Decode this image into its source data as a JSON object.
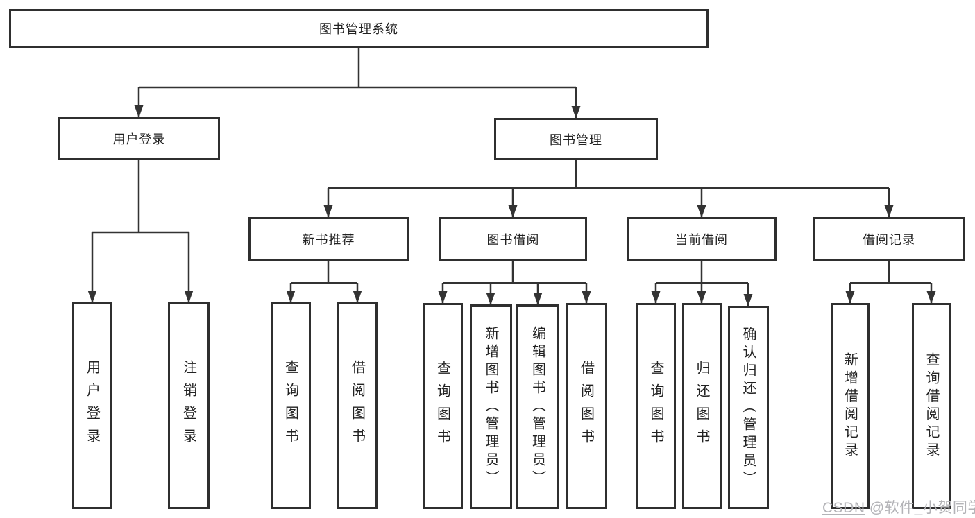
{
  "tree": {
    "label": "图书管理系统",
    "children": [
      {
        "label": "用户登录",
        "children": [
          {
            "label": "用户登录"
          },
          {
            "label": "注销登录"
          }
        ]
      },
      {
        "label": "图书管理",
        "children": [
          {
            "label": "新书推荐",
            "children": [
              {
                "label": "查询图书"
              },
              {
                "label": "借阅图书"
              }
            ]
          },
          {
            "label": "图书借阅",
            "children": [
              {
                "label": "查询图书"
              },
              {
                "label": "新增图书（管理员）"
              },
              {
                "label": "编辑图书（管理员）"
              },
              {
                "label": "借阅图书"
              }
            ]
          },
          {
            "label": "当前借阅",
            "children": [
              {
                "label": "查询图书"
              },
              {
                "label": "归还图书"
              },
              {
                "label": "确认归还（管理员）"
              }
            ]
          },
          {
            "label": "借阅记录",
            "children": [
              {
                "label": "新增借阅记录"
              },
              {
                "label": "查询借阅记录"
              }
            ]
          }
        ]
      }
    ]
  },
  "watermark": {
    "brand": "CSDN",
    "handle": " @软件_小贺同学"
  },
  "colors": {
    "line": "#333333",
    "box_border": "#2f2f2f",
    "text": "#222222",
    "watermark_text": "#b3b3b7"
  }
}
